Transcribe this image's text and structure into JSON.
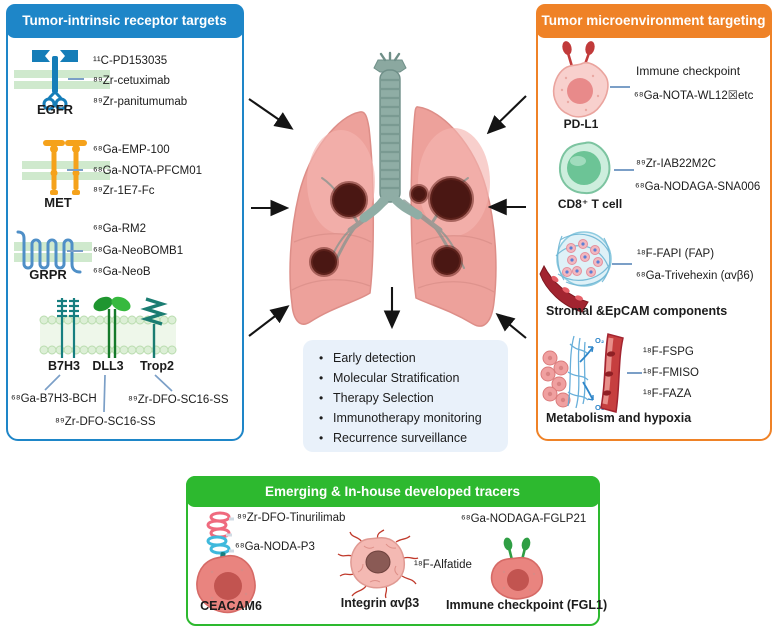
{
  "intrinsic": {
    "title": "Tumor-intrinsic receptor targets",
    "egfr": {
      "label": "EGFR",
      "tracers": [
        "¹¹C-PD153035",
        "⁸⁹Zr-cetuximab",
        "⁸⁹Zr-panitumumab"
      ]
    },
    "met": {
      "label": "MET",
      "tracers": [
        "⁶⁸Ga-EMP-100",
        "⁶⁸Ga-NOTA-PFCM01",
        "⁸⁹Zr-1E7-Fc"
      ]
    },
    "grpr": {
      "label": "GRPR",
      "tracers": [
        "⁶⁸Ga-RM2",
        "⁶⁸Ga-NeoBOMB1",
        "⁶⁸Ga-NeoB"
      ]
    },
    "membrane": {
      "targets": [
        "B7H3",
        "DLL3",
        "Trop2"
      ],
      "tracer_b7h3": "⁶⁸Ga-B7H3-BCH",
      "tracer_dll3": "⁸⁹Zr-DFO-SC16-SS",
      "tracer_trop2": "⁸⁹Zr-DFO-SC16-SS"
    }
  },
  "microenv": {
    "title": "Tumor microenvironment targeting",
    "pdl1": {
      "label": "PD-L1",
      "tracers": [
        "Immune checkpoint",
        "⁶⁸Ga-NOTA-WL12☒etc"
      ]
    },
    "cd8": {
      "label": "CD8⁺ T cell",
      "tracers": [
        "⁸⁹Zr-IAB22M2C",
        "⁶⁸Ga-NODAGA-SNA006"
      ]
    },
    "stromal": {
      "label": "Stromal &EpCAM components",
      "tracers": [
        "¹⁸F-FAPI (FAP)",
        "⁶⁸Ga-Trivehexin (αvβ6)"
      ]
    },
    "metabolism": {
      "label": "Metabolism and hypoxia",
      "tracers": [
        "¹⁸F-FSPG",
        "¹⁸F-FMISO",
        "¹⁸F-FAZA"
      ],
      "o2": "O₂"
    }
  },
  "applications": {
    "bullet_char": "•",
    "bullets": [
      "Early detection",
      "Molecular Stratification",
      "Therapy Selection",
      "Immunotherapy monitoring",
      "Recurrence surveillance"
    ]
  },
  "emerging": {
    "title": "Emerging & In-house developed tracers",
    "ceacam6": {
      "label": "CEACAM6",
      "tracers": [
        "⁸⁹Zr-DFO-Tinurilimab",
        "⁶⁸Ga-NODA-P3"
      ]
    },
    "integrin": {
      "label": "Integrin αvβ3",
      "tracers": [
        "¹⁸F-Alfatide"
      ]
    },
    "fgl1": {
      "label": "Immune checkpoint (FGL1)",
      "tracers": [
        "⁶⁸Ga-NODAGA-FGLP21"
      ]
    }
  },
  "colors": {
    "intrinsic_accent": "#1e86c8",
    "microenv_accent": "#ef8227",
    "emerging_accent": "#2db92f",
    "connector": "#7b9fc7",
    "applications_bg": "#e9f1fa",
    "lung_pink": "#eda19b",
    "tumor_dark": "#4a1713"
  },
  "icons": {
    "egfr-receptor-icon": "blue receptor in green membrane",
    "met-receptor-icon": "orange receptor pair in green membrane",
    "grpr-receptor-icon": "blue serpentine GPCR in green membrane",
    "cell-membrane-icon": "lipid bilayer with B7H3 / DLL3 / Trop2 receptors",
    "lungs-illustration": "lungs with trachea and tumor nodules",
    "pdl1-cell-icon": "pink tumor cell with PD-L1 receptors",
    "cd8-tcell-icon": "green CD8+ T cell",
    "stromal-tissue-icon": "stromal mesh with blood vessel",
    "metabolism-hypoxia-icon": "cells, fibers, O2 exchange and vessel",
    "ceacam6-cell-icon": "tumor cell with helix probe",
    "integrin-cell-icon": "tumor cell with spiky integrin tendrils",
    "fgl1-cell-icon": "tumor cell with green checkpoint receptors",
    "arrow-icon": "black directional arrow"
  }
}
